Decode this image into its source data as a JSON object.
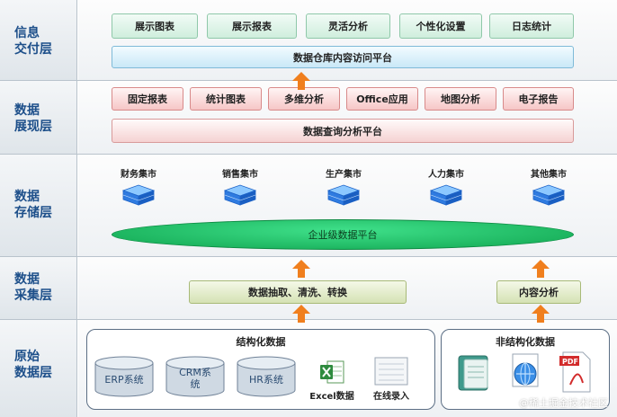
{
  "layers": {
    "delivery": "信息\n交付层",
    "presentation": "数据\n展现层",
    "storage": "数据\n存储层",
    "collection": "数据\n采集层",
    "source": "原始\n数据层"
  },
  "delivery": {
    "tabs": [
      "展示图表",
      "展示报表",
      "灵活分析",
      "个性化设置",
      "日志统计"
    ],
    "platform": "数据仓库内容访问平台"
  },
  "presentation": {
    "tabs": [
      "固定报表",
      "统计图表",
      "多维分析",
      "Office应用",
      "地图分析",
      "电子报告"
    ],
    "platform": "数据查询分析平台"
  },
  "storage": {
    "marts": [
      "财务集市",
      "销售集市",
      "生产集市",
      "人力集市",
      "其他集市"
    ],
    "platform": "企业级数据平台"
  },
  "collection": {
    "etl": "数据抽取、清洗、转换",
    "content": "内容分析"
  },
  "source": {
    "structured_title": "结构化数据",
    "systems": [
      "ERP系统",
      "CRM系\n统",
      "HR系统"
    ],
    "excel": "Excel数据",
    "online": "在线录入",
    "unstructured_title": "非结构化数据"
  },
  "watermark": "@稀土掘金技术社区",
  "colors": {
    "layer_title": "#1d4f8a",
    "arrow": "#f07f1e",
    "platform_green": "#19b85e"
  }
}
